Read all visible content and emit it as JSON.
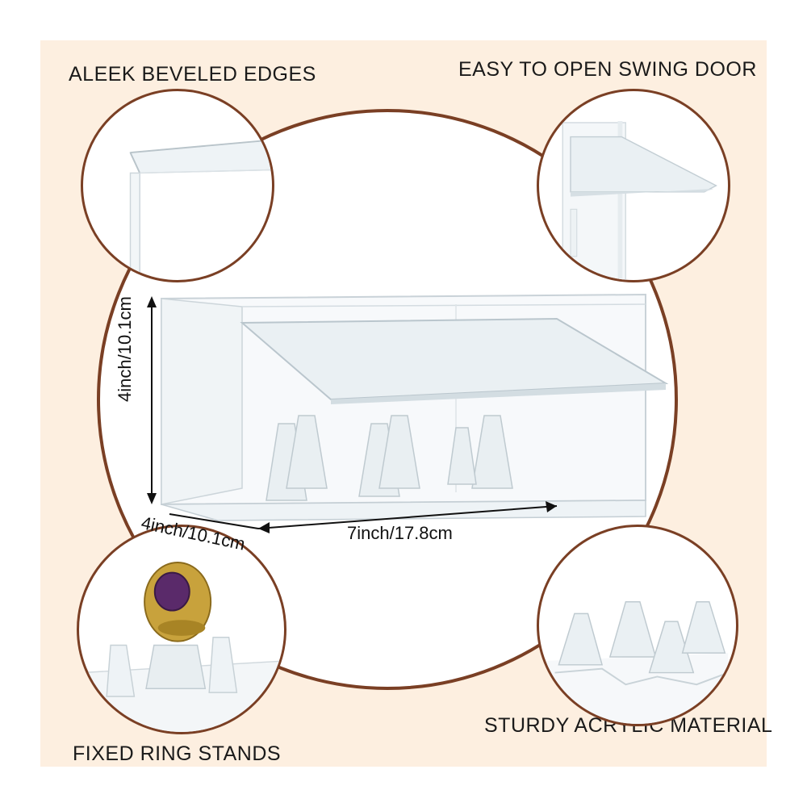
{
  "features": {
    "top_left": "ALEEK BEVELED EDGES",
    "top_right": "EASY TO OPEN SWING DOOR",
    "bottom_left": "FIXED RING STANDS",
    "bottom_right": "STURDY ACRYLIC MATERIAL"
  },
  "dimensions": {
    "height": "4inch/10.1cm",
    "depth": "4inch/10.1cm",
    "width": "7inch/17.8cm"
  },
  "colors": {
    "panel": "#fdefe0",
    "ring": "#7a3f24",
    "acrylic": "#d9e3e8",
    "ring_gold": "#c8a23c",
    "ring_gem": "#5a2a6a"
  }
}
